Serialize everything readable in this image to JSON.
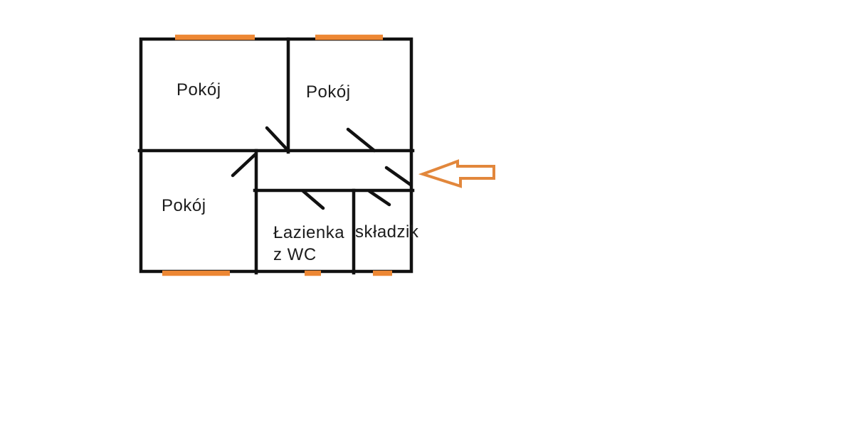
{
  "diagram": {
    "type": "apartment-floor-plan",
    "labels": {
      "room_top_left": "Pokój",
      "room_top_right": "Pokój",
      "room_bottom_left": "Pokój",
      "bathroom_line1": "Łazienka",
      "bathroom_line2": "z WC",
      "storage": "składzik"
    },
    "icons": {
      "entrance_arrow": "left-pointing-outline-arrow",
      "window_markers": "orange-bar-on-exterior-wall",
      "door_swings": "diagonal-door-stroke"
    }
  },
  "colors": {
    "wall": "#111111",
    "text": "#1c1c1c",
    "window-marker": "#ed8733",
    "arrow": "#e2873c",
    "background": "#ffffff"
  }
}
